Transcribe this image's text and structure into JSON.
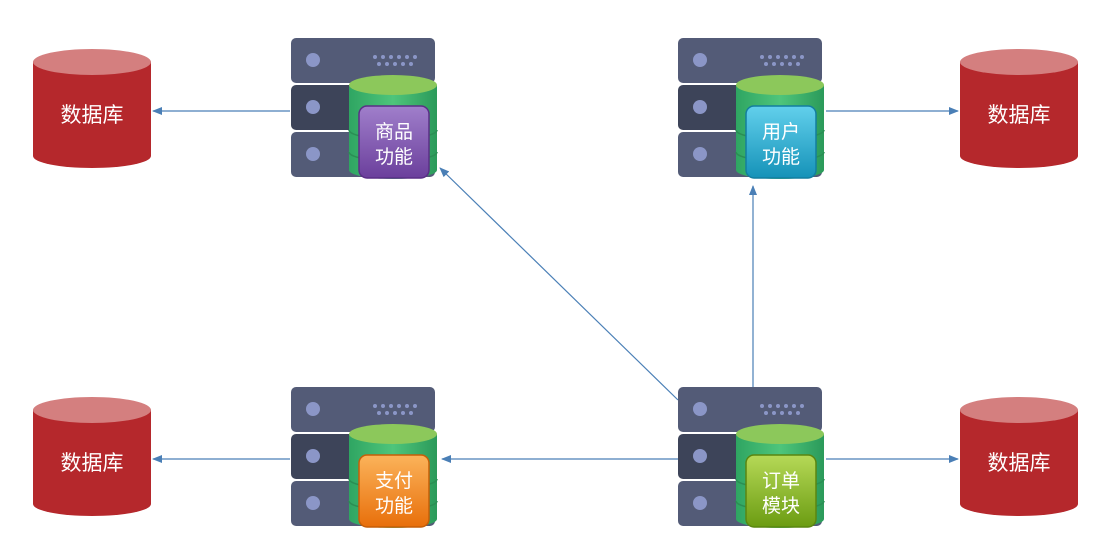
{
  "services": [
    {
      "id": "product",
      "line1": "商品",
      "line2": "功能",
      "color": "#7e4fae",
      "color_light": "#a07fcb"
    },
    {
      "id": "user",
      "line1": "用户",
      "line2": "功能",
      "color": "#1fa6c9",
      "color_light": "#55c8e6"
    },
    {
      "id": "payment",
      "line1": "支付",
      "line2": "功能",
      "color": "#f07d12",
      "color_light": "#f8a94c"
    },
    {
      "id": "order",
      "line1": "订单",
      "line2": "模块",
      "color": "#7dad19",
      "color_light": "#a6cf45"
    }
  ],
  "databases": [
    {
      "id": "product-db",
      "label": "数据库"
    },
    {
      "id": "user-db",
      "label": "数据库"
    },
    {
      "id": "payment-db",
      "label": "数据库"
    },
    {
      "id": "order-db",
      "label": "数据库"
    }
  ],
  "connections": [
    {
      "from": "product",
      "to": "product-db"
    },
    {
      "from": "user",
      "to": "user-db"
    },
    {
      "from": "payment",
      "to": "payment-db"
    },
    {
      "from": "order",
      "to": "order-db"
    },
    {
      "from": "order",
      "to": "product"
    },
    {
      "from": "order",
      "to": "user"
    },
    {
      "from": "order",
      "to": "payment"
    }
  ],
  "colors": {
    "server_panel": "#535b77",
    "server_panel_dark": "#3d4459",
    "server_dot": "#8b96c7",
    "cylinder_green": "#3fb86c",
    "cylinder_green_top": "#8cc85b",
    "database_red": "#b5282c",
    "database_red_top": "#d47f7f",
    "arrow": "#4a7fb6"
  }
}
